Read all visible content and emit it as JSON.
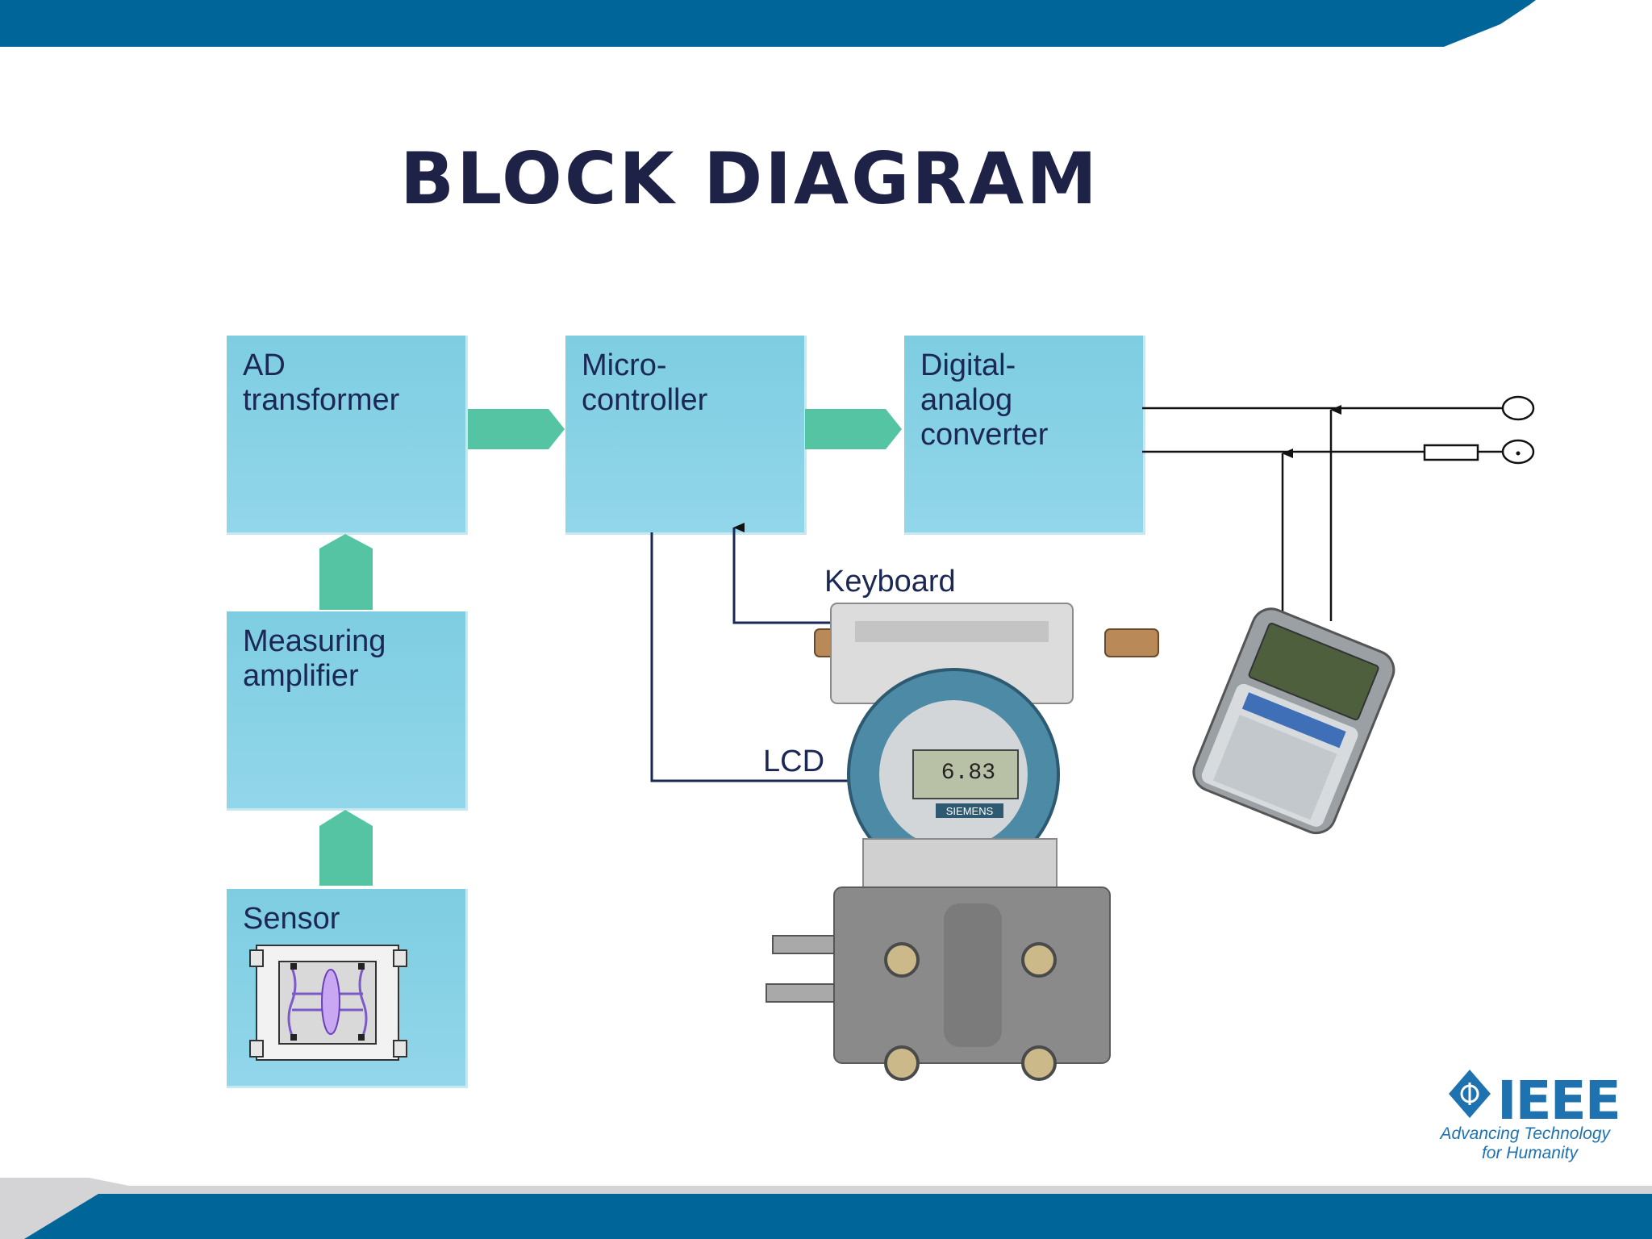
{
  "title": "BLOCK DIAGRAM",
  "blocks": {
    "ad_transformer": "AD\ntransformer",
    "microcontroller": "Micro-\ncontroller",
    "dac": "Digital-\nanalog\nconverter",
    "amplifier": "Measuring\namplifier",
    "sensor": "Sensor"
  },
  "callouts": {
    "keyboard": "Keyboard",
    "lcd": "LCD"
  },
  "transmitter": {
    "display_value": "6.83",
    "brand": "SIEMENS"
  },
  "logo": {
    "word": "IEEE",
    "tagline_1": "Advancing Technology",
    "tagline_2": "for Humanity"
  },
  "colors": {
    "banner": "#00669a",
    "block_fill": "#85d0e4",
    "arrow_fill": "#55c4a3",
    "text": "#1b2855",
    "logo": "#1e72b0"
  }
}
